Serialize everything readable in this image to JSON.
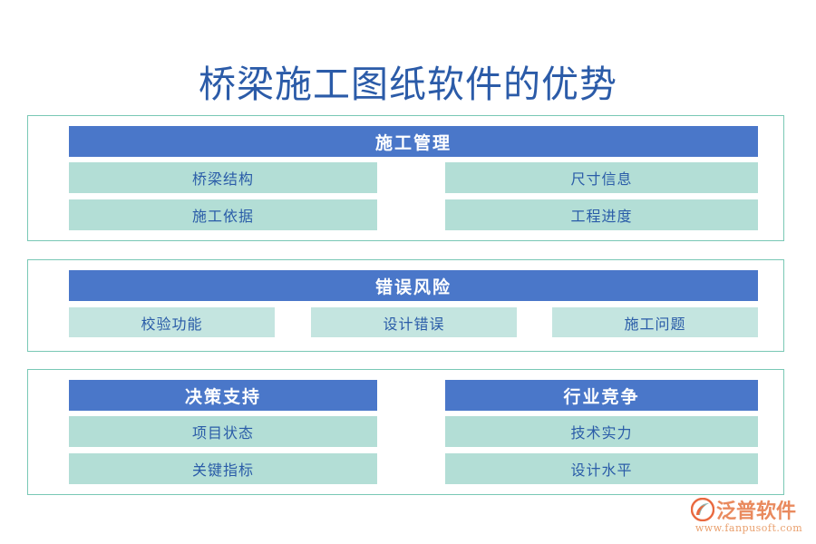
{
  "title": "桥梁施工图纸软件的优势",
  "theme": {
    "background": "#ffffff",
    "panel_border": "#79c8b5",
    "header_blue": "#4a77c9",
    "header_text": "#ffffff",
    "item_teal_dark": "#b3ded6",
    "item_teal_light": "#c4e5e0",
    "item_text": "#2a5ca8",
    "title_text": "#2b5ba8",
    "logo_orange": "#e98a5e"
  },
  "sections": [
    {
      "id": "section-1",
      "groups": [
        {
          "header": "施工管理",
          "items": [
            "桥梁结构",
            "尺寸信息",
            "施工依据",
            "工程进度"
          ]
        }
      ]
    },
    {
      "id": "section-2",
      "groups": [
        {
          "header": "错误风险",
          "items": [
            "校验功能",
            "设计错误",
            "施工问题"
          ]
        }
      ]
    },
    {
      "id": "section-3",
      "groups": [
        {
          "header": "决策支持",
          "items": [
            "项目状态",
            "关键指标"
          ]
        },
        {
          "header": "行业竞争",
          "items": [
            "技术实力",
            "设计水平"
          ]
        }
      ]
    }
  ],
  "logo": {
    "mark": "fanpu-circle-logo-icon",
    "name": "泛普软件",
    "url": "www.fanpusoft.com"
  }
}
